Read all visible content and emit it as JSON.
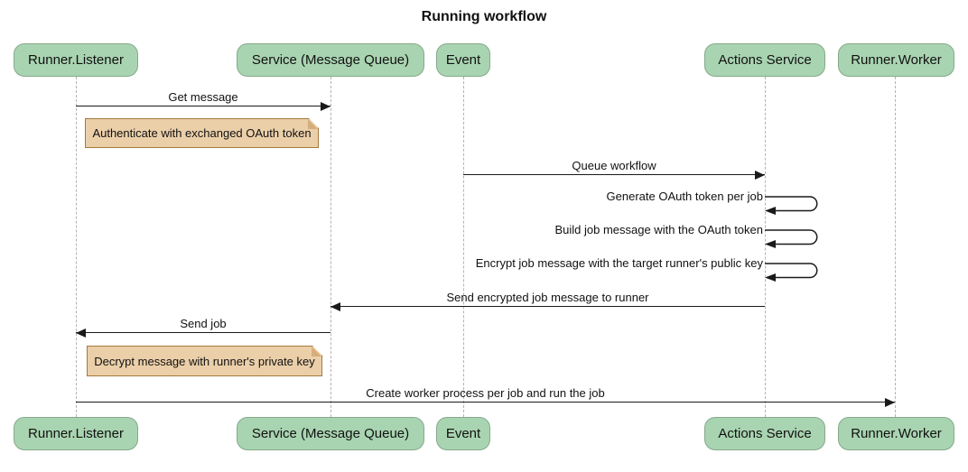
{
  "diagram": {
    "type": "sequence",
    "title": "Running workflow"
  },
  "participants": [
    {
      "label": "Runner.Listener"
    },
    {
      "label": "Service (Message Queue)"
    },
    {
      "label": "Event"
    },
    {
      "label": "Actions Service"
    },
    {
      "label": "Runner.Worker"
    }
  ],
  "messages": [
    {
      "label": "Get message",
      "from": "Runner.Listener",
      "to": "Service (Message Queue)",
      "kind": "solid-arrow"
    },
    {
      "label": "Queue workflow",
      "from": "Event",
      "to": "Actions Service",
      "kind": "solid-arrow"
    },
    {
      "label": "Generate OAuth token per job",
      "from": "Actions Service",
      "to": "Actions Service",
      "kind": "self-loop"
    },
    {
      "label": "Build job message with the OAuth token",
      "from": "Actions Service",
      "to": "Actions Service",
      "kind": "self-loop"
    },
    {
      "label": "Encrypt job message with the target runner's public key",
      "from": "Actions Service",
      "to": "Actions Service",
      "kind": "self-loop"
    },
    {
      "label": "Send encrypted job message to runner",
      "from": "Actions Service",
      "to": "Service (Message Queue)",
      "kind": "solid-arrow"
    },
    {
      "label": "Send job",
      "from": "Service (Message Queue)",
      "to": "Runner.Listener",
      "kind": "solid-arrow"
    },
    {
      "label": "Create worker process per job and run the job",
      "from": "Runner.Listener",
      "to": "Runner.Worker",
      "kind": "solid-arrow"
    }
  ],
  "notes": [
    {
      "text": "Authenticate with exchanged OAuth token",
      "over": "Runner.Listener"
    },
    {
      "text": "Decrypt message with runner's private key",
      "over": "Runner.Listener"
    }
  ],
  "colors": {
    "actor_fill": "#a9d4b1",
    "actor_border": "#84a98c",
    "note_fill": "#ebcfa9",
    "note_border": "#a5793b",
    "lifeline": "#b3b3b3",
    "line": "#1a1a1a",
    "text": "#111111",
    "background": "#ffffff"
  }
}
